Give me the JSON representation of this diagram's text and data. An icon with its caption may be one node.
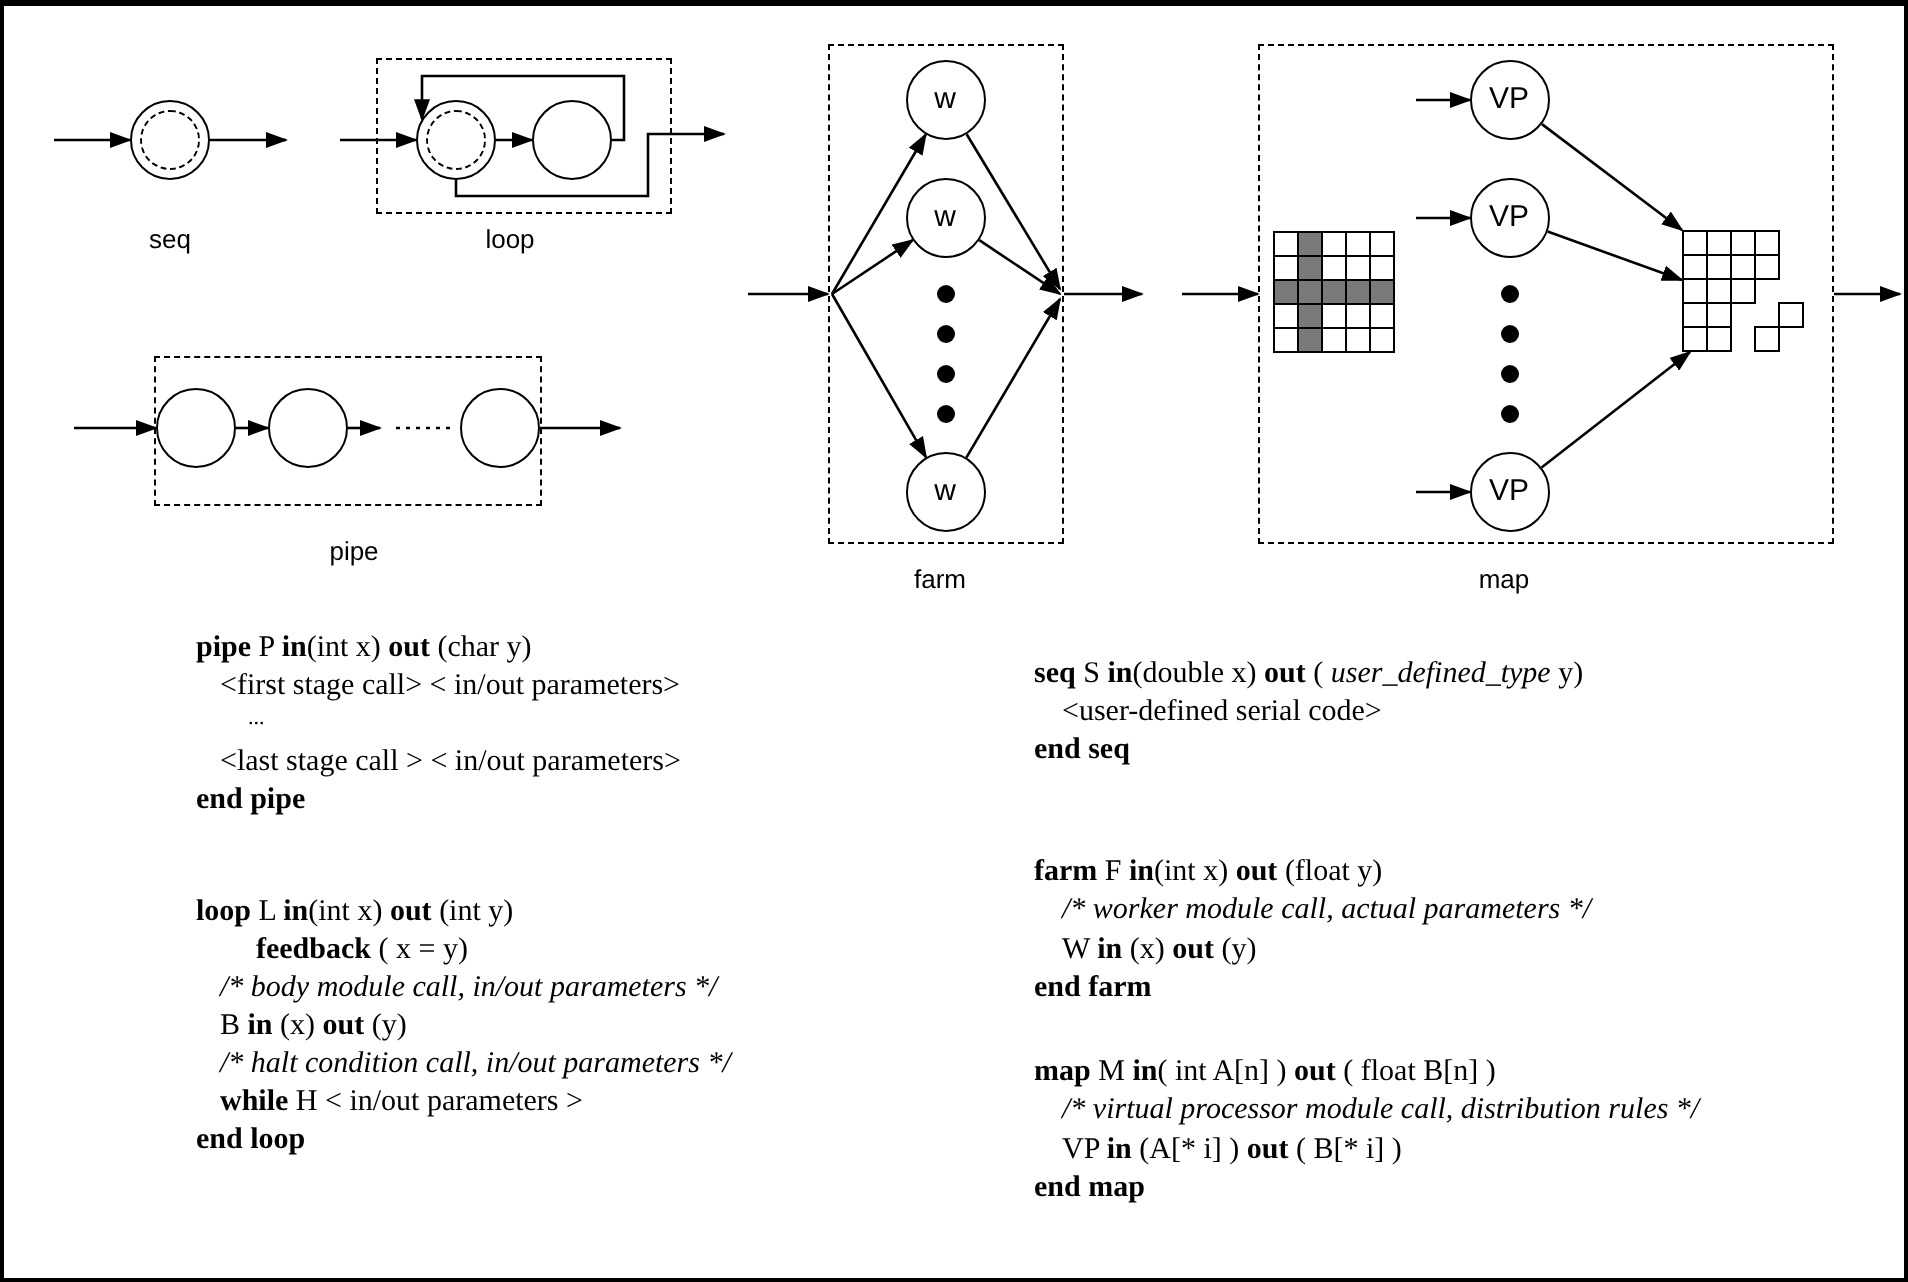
{
  "diagram": {
    "nodes": [
      {
        "text": [],
        "shape": "circle",
        "beside": [
          "seq"
        ]
      },
      {
        "text": [],
        "shape": "box",
        "beside": [
          "loop"
        ]
      },
      {
        "text": [],
        "shape": "circle",
        "in": 1
      },
      {
        "text": [],
        "shape": "circle",
        "in": 1
      },
      {
        "text": [],
        "shape": "box",
        "beside": [
          "pipe"
        ]
      },
      {
        "text": [],
        "shape": "circle",
        "in": 4
      },
      {
        "text": [],
        "shape": "circle",
        "in": 4
      },
      {
        "text": [],
        "shape": "circle",
        "in": 4
      },
      {
        "text": [],
        "shape": "box",
        "beside": [
          "farm"
        ]
      },
      {
        "text": [
          "w"
        ],
        "in": 8
      },
      {
        "text": [
          "w"
        ],
        "in": 8
      },
      {
        "text": [
          "w"
        ],
        "in": 8
      },
      {
        "text": [],
        "shape": "box",
        "beside": [
          "map"
        ]
      },
      {
        "text": [
          "VP"
        ],
        "in": 12
      },
      {
        "text": [
          "VP"
        ],
        "in": 12
      },
      {
        "text": [
          "VP"
        ],
        "in": 12
      },
      {
        "text": [],
        "shape": "grid",
        "in": 12
      }
    ],
    "edges": [
      {
        "from": null,
        "to": 0,
        "arrow": "to"
      },
      {
        "from": 0,
        "to": null,
        "arrow": "to"
      },
      {
        "from": null,
        "to": 2,
        "arrow": "to"
      },
      {
        "from": 2,
        "to": 3,
        "arrow": "to"
      },
      {
        "from": 3,
        "to": 2,
        "arrow": "to"
      },
      {
        "from": 2,
        "to": null,
        "arrow": "to"
      },
      {
        "from": null,
        "to": 5,
        "arrow": "to"
      },
      {
        "from": 5,
        "to": 6,
        "arrow": "to"
      },
      {
        "from": 6,
        "to": null,
        "arrow": "to"
      },
      {
        "from": 7,
        "to": null,
        "arrow": "to"
      },
      {
        "from": null,
        "to": 8,
        "arrow": "to"
      },
      {
        "from": 8,
        "to": 9,
        "arrow": "to"
      },
      {
        "from": 8,
        "to": 10,
        "arrow": "to"
      },
      {
        "from": 8,
        "to": 11,
        "arrow": "to"
      },
      {
        "from": 9,
        "to": 8,
        "arrow": "to"
      },
      {
        "from": 10,
        "to": 8,
        "arrow": "to"
      },
      {
        "from": 11,
        "to": 8,
        "arrow": "to"
      },
      {
        "from": 8,
        "to": null,
        "arrow": "to"
      },
      {
        "from": null,
        "to": 12,
        "arrow": "to"
      },
      {
        "from": null,
        "to": 13,
        "arrow": "to"
      },
      {
        "from": null,
        "to": 14,
        "arrow": "to"
      },
      {
        "from": null,
        "to": 15,
        "arrow": "to"
      },
      {
        "from": 13,
        "to": 16,
        "arrow": "to"
      },
      {
        "from": 14,
        "to": 16,
        "arrow": "to"
      },
      {
        "from": 15,
        "to": 16,
        "arrow": "to"
      },
      {
        "from": 12,
        "to": null,
        "arrow": "to"
      }
    ],
    "labels": [
      "**pipe** P **in**(int x) **out** (char y)",
      "<first stage call> < in/out parameters>",
      "...",
      "<last stage call > < in/out parameters>",
      "end pipe",
      "**loop** L **in**(int x) **out** (int y)",
      "**feedback** ( x = y)",
      "/* body module call, in/out parameters */",
      "B **in** (x) **out** (y)",
      "/* halt condition call, in/out parameters */",
      "**while** H < in/out parameters >",
      "end loop",
      "**seq** S **in**(double x) **out** ( *user_defined_type* y)",
      "<user-defined serial code>",
      "end seq",
      "**farm** F **in**(int x) **out** (float y)",
      "/* worker module call, actual parameters */",
      "W **in** (x) **out** (y)",
      "end farm",
      "**map** M **in**( int A[n] ) **out** ( float B[n] )",
      "/* virtual processor module call, distribution rules */",
      "VP **in** (A[* i] ) **out** ( B[* i] )",
      "end map"
    ]
  }
}
